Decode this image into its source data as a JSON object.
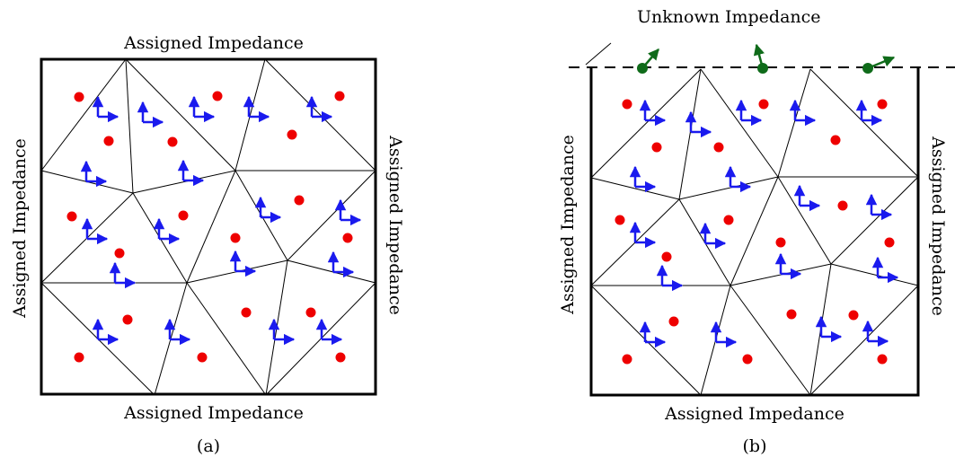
{
  "panels": [
    {
      "id": "a",
      "caption": "(a)",
      "labels": {
        "top": "Assigned Impedance",
        "bottom": "Assigned Impedance",
        "left": "Assigned Impedance",
        "right": "Assigned Impedance"
      }
    },
    {
      "id": "b",
      "caption": "(b)",
      "labels": {
        "top": "Unknown Impedance",
        "bottom": "Assigned Impedance",
        "left": "Assigned Impedance",
        "right": "Assigned Impedance"
      }
    }
  ],
  "colors": {
    "mesh_edge": "#000000",
    "boundary": "#000000",
    "dot": "#ee0000",
    "frame_arrow": "#1a1aee",
    "unknown_node": "#0f6b1a"
  },
  "legend_icons": {
    "dot": "red-dot-icon",
    "frame": "local-axes-icon",
    "node": "green-node-icon"
  }
}
